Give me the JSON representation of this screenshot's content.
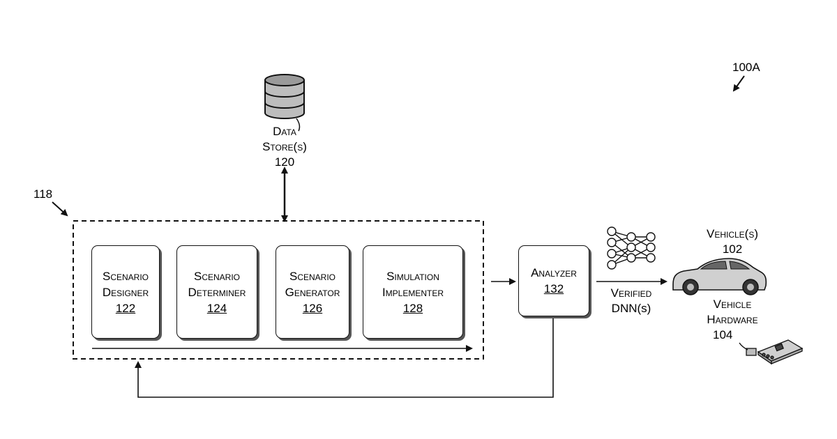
{
  "figure": {
    "ref": "100A"
  },
  "data_store": {
    "label_line1": "Data",
    "label_line2": "Store(s)",
    "ref": "120"
  },
  "group": {
    "ref": "118"
  },
  "blocks": [
    {
      "line1": "Scenario",
      "line2": "Designer",
      "ref": "122"
    },
    {
      "line1": "Scenario",
      "line2": "Determiner",
      "ref": "124"
    },
    {
      "line1": "Scenario",
      "line2": "Generator",
      "ref": "126"
    },
    {
      "line1": "Simulation",
      "line2": "Implementer",
      "ref": "128"
    }
  ],
  "analyzer": {
    "label": "Analyzer",
    "ref": "132"
  },
  "output_link": {
    "line1": "Verified",
    "line2": "DNN(s)"
  },
  "vehicle": {
    "label": "Vehicle(s)",
    "ref": "102"
  },
  "vehicle_hardware": {
    "line1": "Vehicle",
    "line2": "Hardware",
    "ref": "104"
  },
  "icons": {
    "database": "database-icon",
    "neural_network": "neural-network-icon",
    "car": "car-icon",
    "circuit_board": "circuit-board-icon"
  }
}
